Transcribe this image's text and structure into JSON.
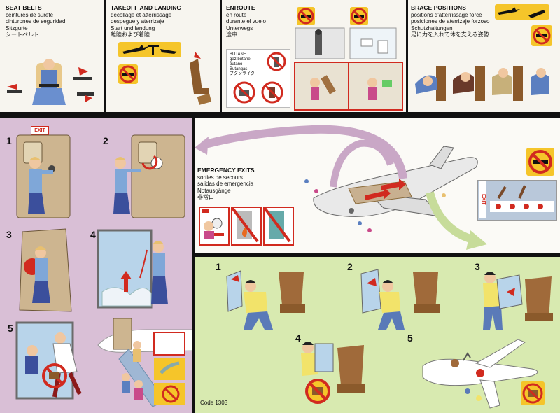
{
  "top_panels": {
    "seat_belts": {
      "lines": [
        "SEAT BELTS",
        "ceintures de sûreté",
        "cinturones de seguridad",
        "Sitzgurte",
        "シートベルト"
      ]
    },
    "takeoff": {
      "lines": [
        "TAKEOFF AND LANDING",
        "décollage et atterrissage",
        "despegue y aterrizaje",
        "Start und landung",
        "離陸および着陸"
      ]
    },
    "enroute": {
      "lines": [
        "ENROUTE",
        "en route",
        "durante el vuelo",
        "Unterwegs",
        "途中"
      ],
      "butane": [
        "BUTANE",
        "gaz butane",
        "butano",
        "Butangas",
        "ブタンライター"
      ]
    },
    "brace": {
      "lines": [
        "BRACE POSITIONS",
        "positions d'atterrissage forcé",
        "posiciones de aterrizaje forzoso",
        "Schutzhaltungen",
        "足に力を入れて体を支える姿勢"
      ]
    }
  },
  "exits": {
    "lines": [
      "EMERGENCY EXITS",
      "sorties de secours",
      "salidas de emergencia",
      "Notausgänge",
      "非常口"
    ],
    "exit_sign": "EXIT",
    "side_exit_sign": "EXIT"
  },
  "door_steps": [
    "1",
    "2",
    "3",
    "4",
    "5"
  ],
  "window_steps": [
    "1",
    "2",
    "3",
    "4",
    "5"
  ],
  "code": "Code 1303",
  "colors": {
    "pink": "#d9bfd6",
    "green": "#d8eab0",
    "yellow": "#f5c52a",
    "red": "#d12a1f"
  }
}
